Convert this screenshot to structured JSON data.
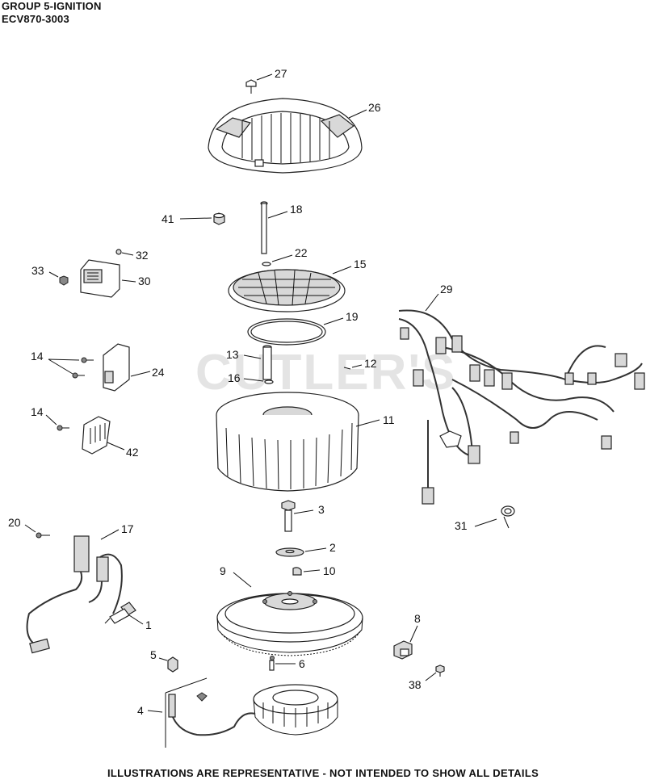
{
  "header": {
    "group": "GROUP 5-IGNITION",
    "model": "ECV870-3003"
  },
  "watermark": "CUTLER'S",
  "footer": "ILLUSTRATIONS ARE REPRESENTATIVE - NOT INTENDED TO SHOW ALL DETAILS",
  "callouts": {
    "c1": "1",
    "c2": "2",
    "c3": "3",
    "c4": "4",
    "c5": "5",
    "c6": "6",
    "c8": "8",
    "c9": "9",
    "c10": "10",
    "c11": "11",
    "c12": "12",
    "c13": "13",
    "c14a": "14",
    "c14b": "14",
    "c15": "15",
    "c16": "16",
    "c17": "17",
    "c18": "18",
    "c19": "19",
    "c20": "20",
    "c22": "22",
    "c24": "24",
    "c26": "26",
    "c27": "27",
    "c29": "29",
    "c30": "30",
    "c31": "31",
    "c32": "32",
    "c33": "33",
    "c38": "38",
    "c41": "41",
    "c42": "42"
  }
}
